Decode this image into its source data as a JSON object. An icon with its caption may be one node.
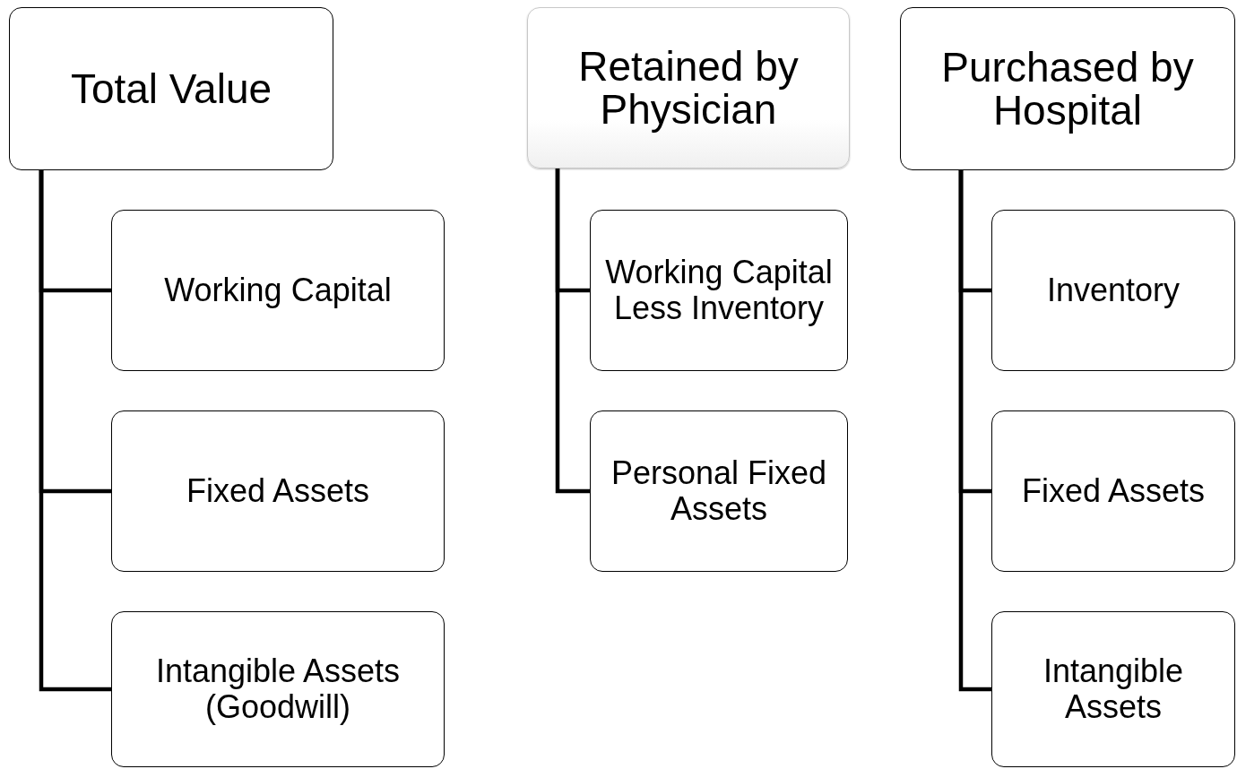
{
  "diagram": {
    "nodes": [
      {
        "text": [
          "Total Value"
        ]
      },
      {
        "text": [
          "Working Capital"
        ]
      },
      {
        "text": [
          "Fixed Assets"
        ]
      },
      {
        "text": [
          "Intangible Assets (Goodwill)"
        ]
      },
      {
        "text": [
          "Retained by Physician"
        ]
      },
      {
        "text": [
          "Working Capital Less Inventory"
        ]
      },
      {
        "text": [
          "Personal Fixed Assets"
        ]
      },
      {
        "text": [
          "Purchased by Hospital"
        ]
      },
      {
        "text": [
          "Inventory"
        ]
      },
      {
        "text": [
          "Fixed Assets"
        ]
      },
      {
        "text": [
          "Intangible Assets"
        ]
      }
    ],
    "edges": [
      {
        "from": 0,
        "to": 1,
        "arrow": "none"
      },
      {
        "from": 0,
        "to": 2,
        "arrow": "none"
      },
      {
        "from": 0,
        "to": 3,
        "arrow": "none"
      },
      {
        "from": 4,
        "to": 5,
        "arrow": "none"
      },
      {
        "from": 4,
        "to": 6,
        "arrow": "none"
      },
      {
        "from": 7,
        "to": 8,
        "arrow": "none"
      },
      {
        "from": 7,
        "to": 9,
        "arrow": "none"
      },
      {
        "from": 7,
        "to": 10,
        "arrow": "none"
      }
    ]
  }
}
